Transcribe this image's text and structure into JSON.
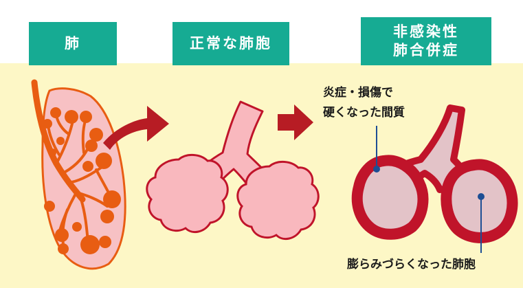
{
  "headers": {
    "lung": "肺",
    "normal_alveoli": "正常な肺胞",
    "complication": "非感染性\n肺合併症"
  },
  "labels": {
    "interstitium": "炎症・損傷で\n硬くなった間質",
    "alveoli": "膨らみづらくなった肺胞"
  },
  "colors": {
    "header_bg": "#16ab93",
    "panel_bg": "#fdf7c6",
    "lung_fill": "#f7c1c4",
    "lung_orange": "#e85d12",
    "alveoli_fill": "#f9b8be",
    "inflamed_red": "#c0142a",
    "stiff_fill": "#e3c3c8",
    "arrow_red": "#b71c24",
    "pointer_blue": "#1d4e94"
  }
}
